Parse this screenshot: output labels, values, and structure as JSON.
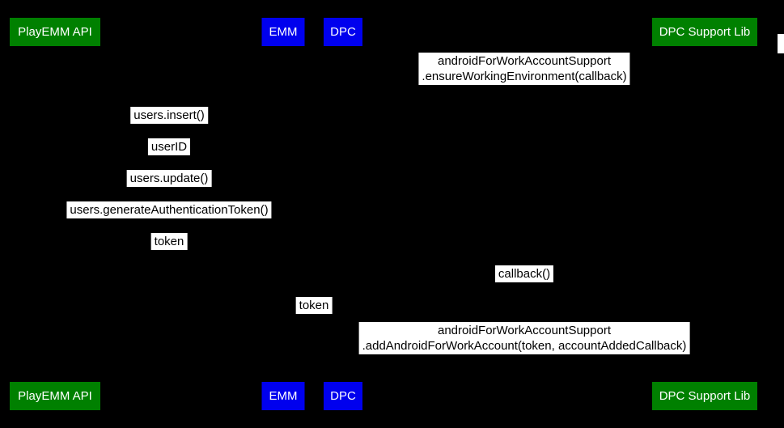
{
  "colors": {
    "background": "#000000",
    "actor_green": "#008000",
    "actor_blue": "#0000ee",
    "actor_text": "#ffffff",
    "label_bg": "#ffffff",
    "label_text": "#000000"
  },
  "diagram": {
    "actors": [
      {
        "id": "playemm-api",
        "label": "PlayEMM API",
        "color": "#008000"
      },
      {
        "id": "emm",
        "label": "EMM",
        "color": "#0000ee"
      },
      {
        "id": "dpc",
        "label": "DPC",
        "color": "#0000ee"
      },
      {
        "id": "dpc-support-lib",
        "label": "DPC Support Lib",
        "color": "#008000"
      }
    ],
    "messages": [
      {
        "from": "dpc",
        "to": "dpc-support-lib",
        "lines": [
          "androidForWorkAccountSupport",
          ".ensureWorkingEnvironment(callback)"
        ]
      },
      {
        "from": "playemm-api",
        "to": "emm",
        "lines": [
          "users.insert()"
        ]
      },
      {
        "from": "emm",
        "to": "playemm-api",
        "lines": [
          "userID"
        ]
      },
      {
        "from": "playemm-api",
        "to": "emm",
        "lines": [
          "users.update()"
        ]
      },
      {
        "from": "playemm-api",
        "to": "emm",
        "lines": [
          "users.generateAuthenticationToken()"
        ]
      },
      {
        "from": "emm",
        "to": "playemm-api",
        "lines": [
          "token"
        ]
      },
      {
        "from": "dpc-support-lib",
        "to": "dpc",
        "lines": [
          "callback()"
        ]
      },
      {
        "from": "emm",
        "to": "dpc",
        "lines": [
          "token"
        ]
      },
      {
        "from": "dpc",
        "to": "dpc-support-lib",
        "lines": [
          "androidForWorkAccountSupport",
          ".addAndroidForWorkAccount(token, accountAddedCallback)"
        ]
      }
    ]
  }
}
